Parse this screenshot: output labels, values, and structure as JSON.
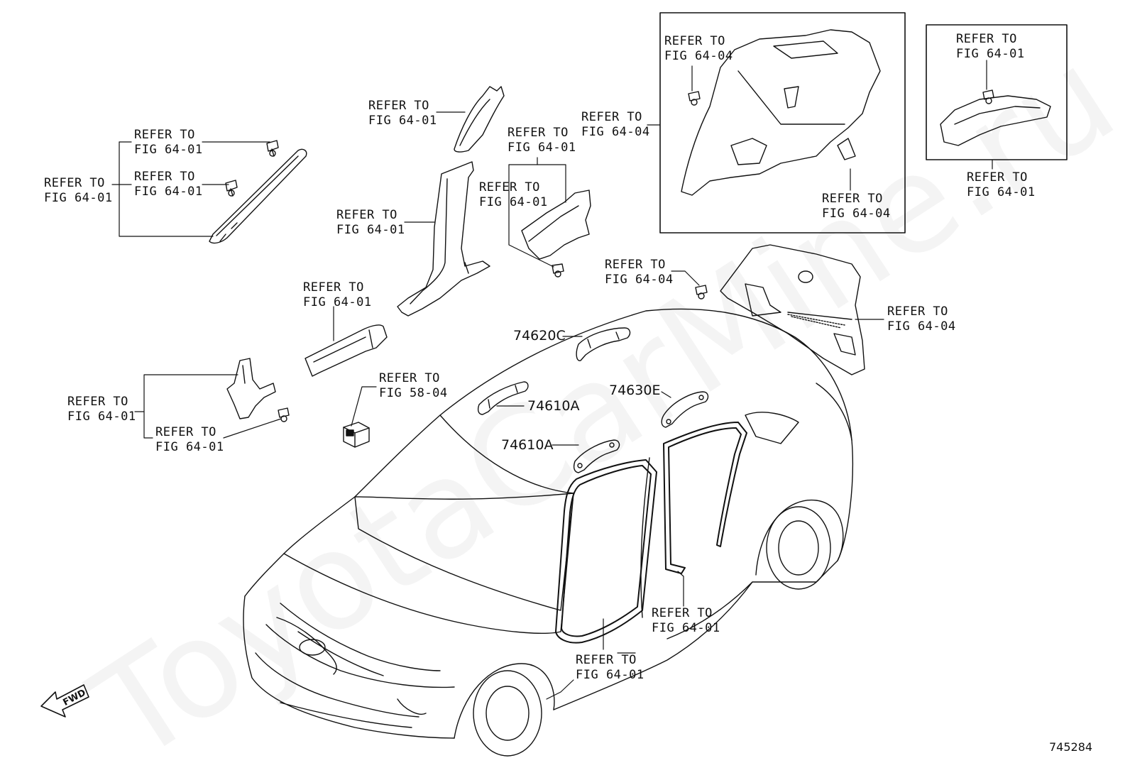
{
  "watermark": "ToyotaCarMine.ru",
  "diagram_number": "745284",
  "fwd_label": "FWD",
  "callouts": {
    "c1": "REFER TO\nFIG 64-01",
    "c2": "REFER TO\nFIG 64-01",
    "c3": "REFER TO\nFIG 64-01",
    "c4": "REFER TO\nFIG 64-01",
    "c5": "REFER TO\nFIG 64-01",
    "c6": "REFER TO\nFIG 64-01",
    "c7": "REFER TO\nFIG 64-01",
    "c8": "REFER TO\nFIG 64-01",
    "c9": "REFER TO\nFIG 64-01",
    "c10": "REFER TO\nFIG 64-01",
    "c11": "REFER TO\nFIG 58-04",
    "c12": "REFER TO\nFIG 64-04",
    "c13": "REFER TO\nFIG 64-04",
    "c14": "REFER TO\nFIG 64-04",
    "c15": "REFER TO\nFIG 64-01",
    "c16": "REFER TO\nFIG 64-01",
    "c17": "REFER TO\nFIG 64-04",
    "c18": "REFER TO\nFIG 64-04",
    "c19": "REFER TO\nFIG 64-01",
    "c20": "REFER TO\nFIG 64-01"
  },
  "parts": {
    "p1": "74620C",
    "p2": "74630E",
    "p3": "74610A",
    "p4": "74610A"
  }
}
